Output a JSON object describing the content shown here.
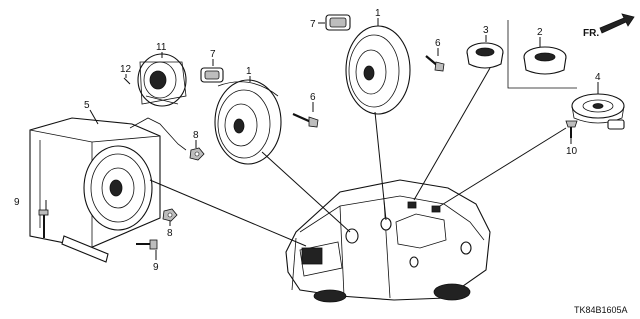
{
  "diagram": {
    "callouts": [
      "1",
      "1",
      "2",
      "3",
      "4",
      "5",
      "6",
      "6",
      "7",
      "7",
      "8",
      "8",
      "9",
      "9",
      "10",
      "11",
      "12"
    ],
    "direction_label": "FR.",
    "drawing_code": "TK84B1605A"
  }
}
